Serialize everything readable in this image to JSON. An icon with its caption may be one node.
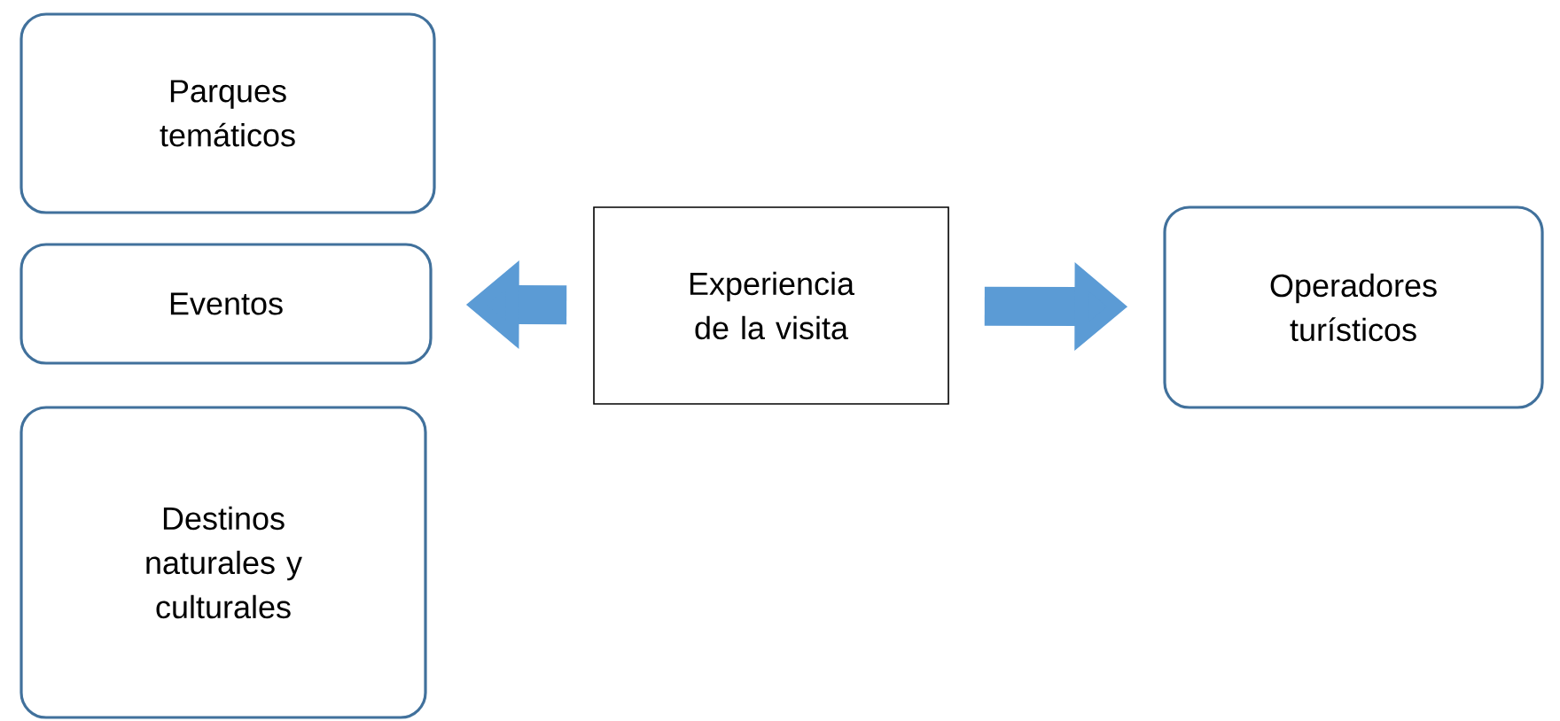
{
  "diagram": {
    "nodes": [
      {
        "text": [
          "Parques temáticos"
        ]
      },
      {
        "text": [
          "Eventos"
        ]
      },
      {
        "text": [
          "Destinos naturales y culturales"
        ]
      },
      {
        "text": [
          "Experiencia de la visita"
        ]
      },
      {
        "text": [
          "Operadores turísticos"
        ]
      }
    ],
    "edges": [
      {
        "from": 3,
        "to": 1,
        "arrow": "to"
      },
      {
        "from": 3,
        "to": 4,
        "arrow": "to"
      }
    ]
  }
}
